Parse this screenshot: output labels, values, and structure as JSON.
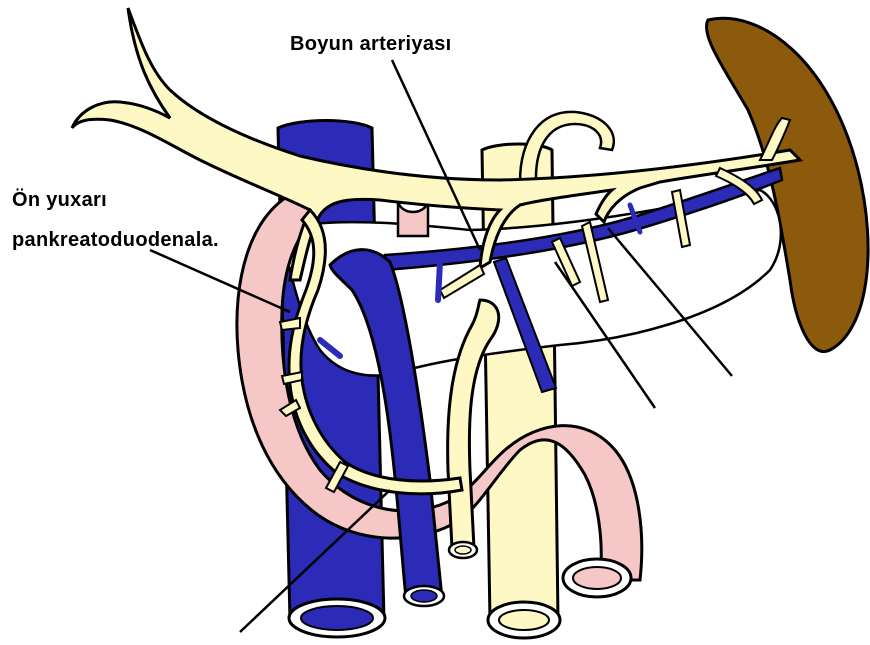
{
  "labels": {
    "neck_artery": "Boyun arteriyası",
    "ant_sup_line1": "Ön yuxarı",
    "ant_sup_line2": "pankreatoduodenala."
  },
  "colors": {
    "artery": "#fdf8c4",
    "vein": "#2b2bb8",
    "duodenum": "#f6c7c7",
    "spleen": "#8b5a0d",
    "outline": "#000000",
    "background": "#ffffff"
  }
}
